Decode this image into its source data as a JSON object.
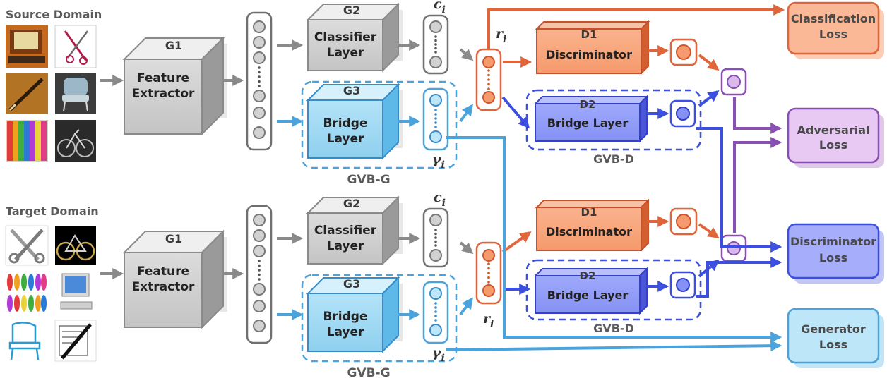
{
  "domains": {
    "source": "Source Domain",
    "target": "Target Domain"
  },
  "image_subjects": {
    "source": [
      "monitor-photo",
      "scissors-photo",
      "pen-photo",
      "chair-photo",
      "pins-photo",
      "bike-photo"
    ],
    "target": [
      "scissors-clipart",
      "bike-clipart",
      "pins-clipart",
      "monitor-clipart",
      "chair-clipart",
      "pen-clipart"
    ]
  },
  "blocks": {
    "g1_tag": "G1",
    "g1_line1": "Feature",
    "g1_line2": "Extractor",
    "g2_tag": "G2",
    "g2_line1": "Classifier",
    "g2_line2": "Layer",
    "g3_tag": "G3",
    "g3_line1": "Bridge",
    "g3_line2": "Layer",
    "d1_tag": "D1",
    "d1_label": "Discriminator",
    "d2_tag": "D2",
    "d2_label": "Bridge Layer"
  },
  "groups": {
    "gvb_g": "GVB-G",
    "gvb_d": "GVB-D"
  },
  "symbols": {
    "c_base": "c",
    "c_sub": "i",
    "r_base": "r",
    "r_sub": "i",
    "gamma_base": "γ",
    "gamma_sub": "i"
  },
  "losses": {
    "classification_line1": "Classification",
    "classification_line2": "Loss",
    "adversarial_line1": "Adversarial",
    "adversarial_line2": "Loss",
    "discriminator_line1": "Discriminator",
    "discriminator_line2": "Loss",
    "generator_line1": "Generator",
    "generator_line2": "Loss"
  },
  "colors": {
    "gray": "#8a8a8a",
    "orange": "#e0653a",
    "blue_light": "#4aa3dc",
    "blue_dark": "#3b4fe0",
    "purple": "#8a4fb4"
  }
}
